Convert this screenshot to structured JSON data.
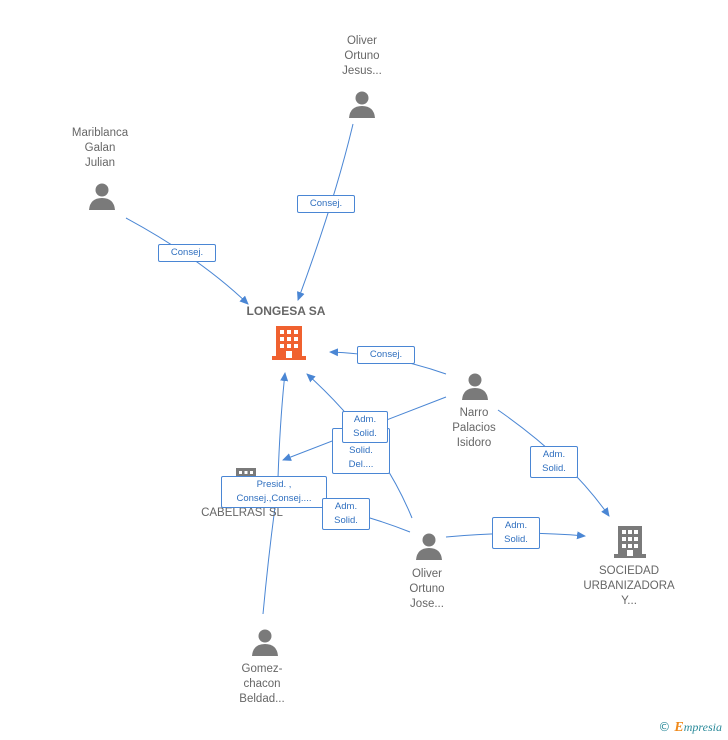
{
  "colors": {
    "edge": "#4a86d4",
    "person_icon": "#7a7a7a",
    "company_icon": "#7a7a7a",
    "company_focus_icon": "#f0612f",
    "label_text": "#666666",
    "edge_label_text": "#2f6fbf"
  },
  "nodes": {
    "longesa": {
      "label": "LONGESA SA",
      "icon": "building-icon"
    },
    "oliver_jesus": {
      "label": "Oliver\nOrtuno\nJesus...",
      "icon": "person-icon"
    },
    "mariblanca": {
      "label": "Mariblanca\nGalan\nJulian",
      "icon": "person-icon"
    },
    "narro": {
      "label": "Narro\nPalacios\nIsidoro",
      "icon": "person-icon"
    },
    "cabelrasi": {
      "label": "CABELRASI SL",
      "icon": "building-icon"
    },
    "oliver_jose": {
      "label": "Oliver\nOrtuno\nJose...",
      "icon": "person-icon"
    },
    "sociedad": {
      "label": "SOCIEDAD\nURBANIZADORA\nY...",
      "icon": "building-icon"
    },
    "gomez": {
      "label": "Gomez-\nchacon\nBeldad...",
      "icon": "person-icon"
    }
  },
  "edges": {
    "e1": "Consej.",
    "e2": "Consej.",
    "e3": "Consej.",
    "e4": "Adm.\nSolid.",
    "e5": "Adm.\nSolid.\nDel....",
    "e6": "Adm.\nSolid.",
    "e7": "Presid. ,\nConsej.,Consej....",
    "e8": "Adm.\nSolid.",
    "e9": "Adm.\nSolid."
  },
  "footer": {
    "copyright": "©",
    "brand_e": "E",
    "brand_rest": "mpresia"
  }
}
